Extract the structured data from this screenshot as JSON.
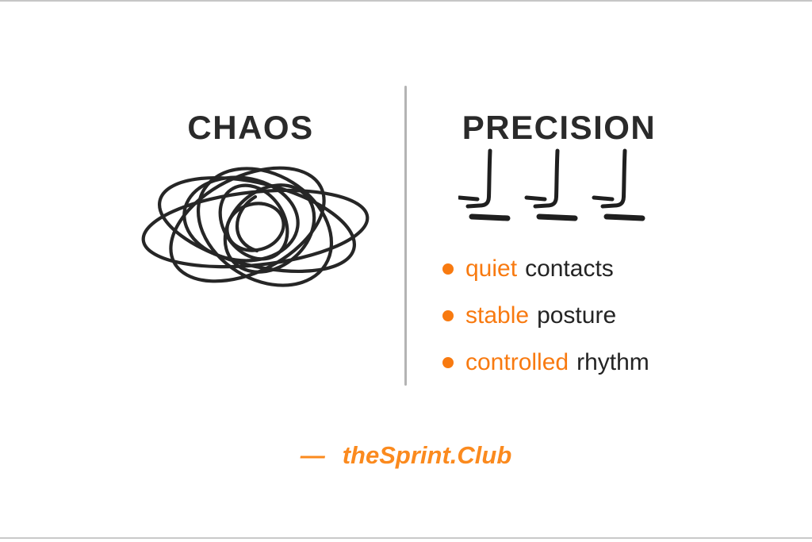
{
  "slide": {
    "left": {
      "title": "CHAOS",
      "illustration": "chaos-scribble-icon"
    },
    "right": {
      "title": "PRECISION",
      "illustration": "ground-contact-marks-icon",
      "bullets": [
        {
          "highlight": "quiet",
          "rest": "contacts"
        },
        {
          "highlight": "stable",
          "rest": "posture"
        },
        {
          "highlight": "controlled",
          "rest": "rhythm"
        }
      ]
    },
    "footer": {
      "dash": "—",
      "brand": "theSprint.Club"
    },
    "colors": {
      "background": "#ffffff",
      "ink": "#2a2a2a",
      "accent": "#f87a10",
      "footer_accent": "#fb8a1e",
      "divider": "#b4b4b4",
      "frame_hairline": "#c6c6c6"
    }
  }
}
